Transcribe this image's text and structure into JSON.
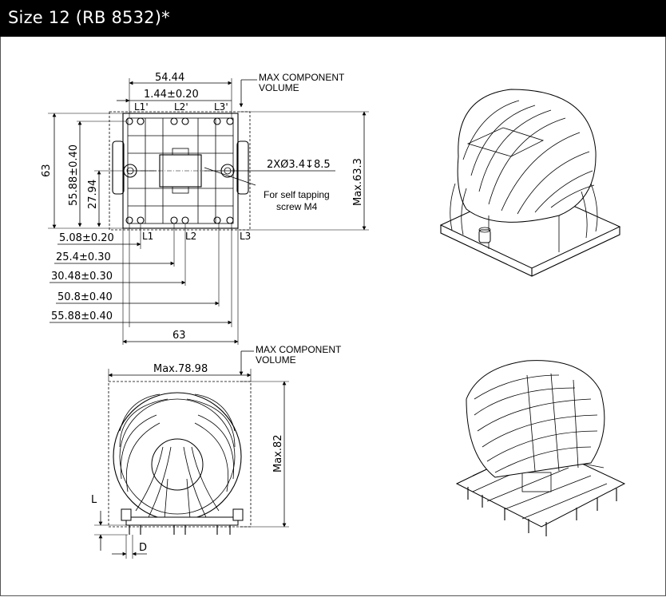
{
  "header": {
    "title": "Size 12 (RB 8532)*"
  },
  "top_view": {
    "overall_width": "54.44",
    "hole_offset": "1.44±0.20",
    "pin_labels_top": [
      "L1'",
      "L2'",
      "L3'"
    ],
    "pin_labels_bottom": [
      "L1",
      "L2",
      "L3"
    ],
    "max_volume_label_line1": "MAX COMPONENT",
    "max_volume_label_line2": "VOLUME",
    "height_63": "63",
    "height_55_88": "55.88±0.40",
    "height_27_94": "27.94",
    "max_height": "Max.63.3",
    "hole_spec": "2XØ3.4↧8.5",
    "hole_note_line1": "For self tapping",
    "hole_note_line2": "screw M4",
    "dim_5_08": "5.08±0.20",
    "dim_25_4": "25.4±0.30",
    "dim_30_48": "30.48±0.30",
    "dim_50_8": "50.8±0.40",
    "dim_55_88": "55.88±0.40",
    "bottom_width": "63"
  },
  "side_view": {
    "max_width": "Max.78.98",
    "max_volume_label_line1": "MAX COMPONENT",
    "max_volume_label_line2": "VOLUME",
    "max_height": "Max.82",
    "label_L": "L",
    "label_D": "D"
  },
  "colors": {
    "header_bg": "#000000",
    "header_text": "#ffffff"
  }
}
